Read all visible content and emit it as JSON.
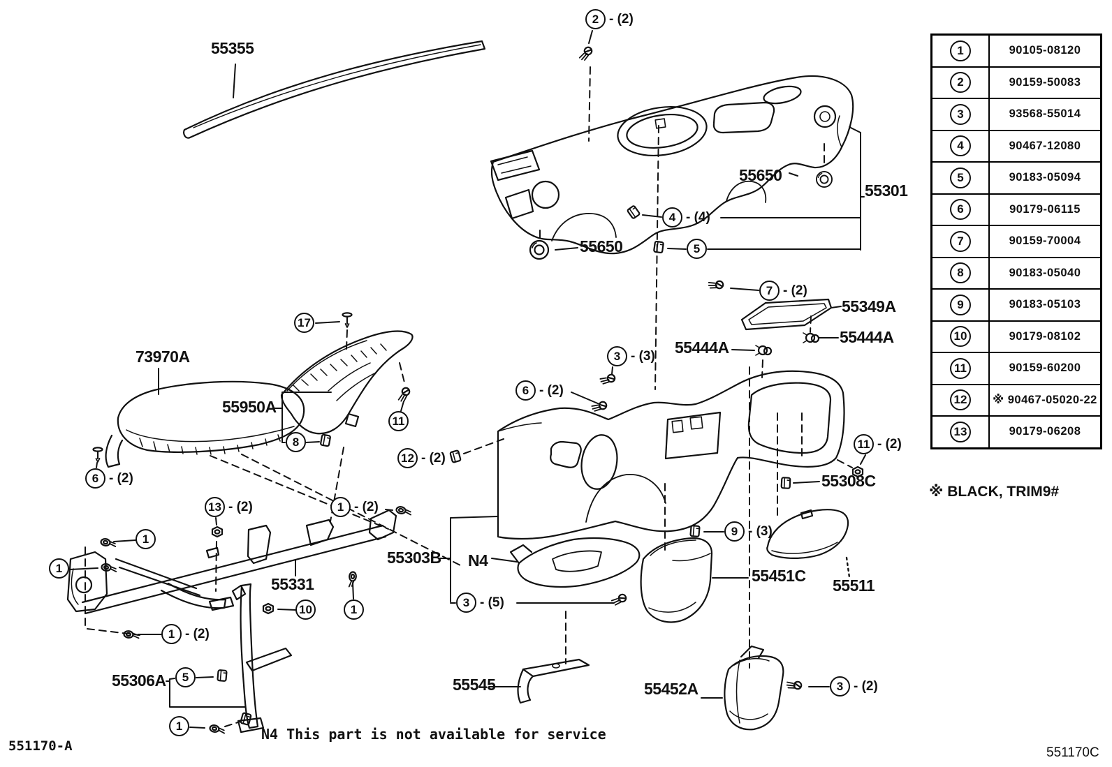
{
  "page": {
    "figure_code_left": "551170-A",
    "figure_code_right": "551170C",
    "service_note": "N4 This part is not available for service",
    "trim_note": "※ BLACK, TRIM9#"
  },
  "fastener_table": {
    "rows": [
      {
        "ref": "1",
        "part_number": "90105-08120"
      },
      {
        "ref": "2",
        "part_number": "90159-50083"
      },
      {
        "ref": "3",
        "part_number": "93568-55014"
      },
      {
        "ref": "4",
        "part_number": "90467-12080"
      },
      {
        "ref": "5",
        "part_number": "90183-05094"
      },
      {
        "ref": "6",
        "part_number": "90179-06115"
      },
      {
        "ref": "7",
        "part_number": "90159-70004"
      },
      {
        "ref": "8",
        "part_number": "90183-05040"
      },
      {
        "ref": "9",
        "part_number": "90183-05103"
      },
      {
        "ref": "10",
        "part_number": "90179-08102"
      },
      {
        "ref": "11",
        "part_number": "90159-60200"
      },
      {
        "ref": "12",
        "part_number": "※ 90467-05020-22"
      },
      {
        "ref": "13",
        "part_number": "90179-06208"
      }
    ]
  },
  "part_labels": [
    {
      "text": "55355"
    },
    {
      "text": "55650"
    },
    {
      "text": "55301"
    },
    {
      "text": "55650"
    },
    {
      "text": "55349A"
    },
    {
      "text": "55444A"
    },
    {
      "text": "55444A"
    },
    {
      "text": "73970A"
    },
    {
      "text": "55950A"
    },
    {
      "text": "55308C"
    },
    {
      "text": "55303B"
    },
    {
      "text": "N4"
    },
    {
      "text": "55331"
    },
    {
      "text": "55451C"
    },
    {
      "text": "55511"
    },
    {
      "text": "55306A"
    },
    {
      "text": "55545"
    },
    {
      "text": "55452A"
    }
  ],
  "callouts": [
    {
      "ref": "2",
      "qty": "- (2)"
    },
    {
      "ref": "4",
      "qty": "- (4)"
    },
    {
      "ref": "5",
      "qty": ""
    },
    {
      "ref": "7",
      "qty": "- (2)"
    },
    {
      "ref": "17",
      "qty": ""
    },
    {
      "ref": "3",
      "qty": "- (3)"
    },
    {
      "ref": "6",
      "qty": "- (2)"
    },
    {
      "ref": "11",
      "qty": ""
    },
    {
      "ref": "8",
      "qty": ""
    },
    {
      "ref": "12",
      "qty": "- (2)"
    },
    {
      "ref": "6",
      "qty": "- (2)"
    },
    {
      "ref": "11",
      "qty": "- (2)"
    },
    {
      "ref": "13",
      "qty": "- (2)"
    },
    {
      "ref": "1",
      "qty": "- (2)"
    },
    {
      "ref": "1",
      "qty": ""
    },
    {
      "ref": "1",
      "qty": ""
    },
    {
      "ref": "9",
      "qty": "- (3)"
    },
    {
      "ref": "10",
      "qty": ""
    },
    {
      "ref": "1",
      "qty": ""
    },
    {
      "ref": "3",
      "qty": "- (5)"
    },
    {
      "ref": "1",
      "qty": "- (2)"
    },
    {
      "ref": "5",
      "qty": ""
    },
    {
      "ref": "3",
      "qty": "- (2)"
    },
    {
      "ref": "1",
      "qty": ""
    }
  ]
}
